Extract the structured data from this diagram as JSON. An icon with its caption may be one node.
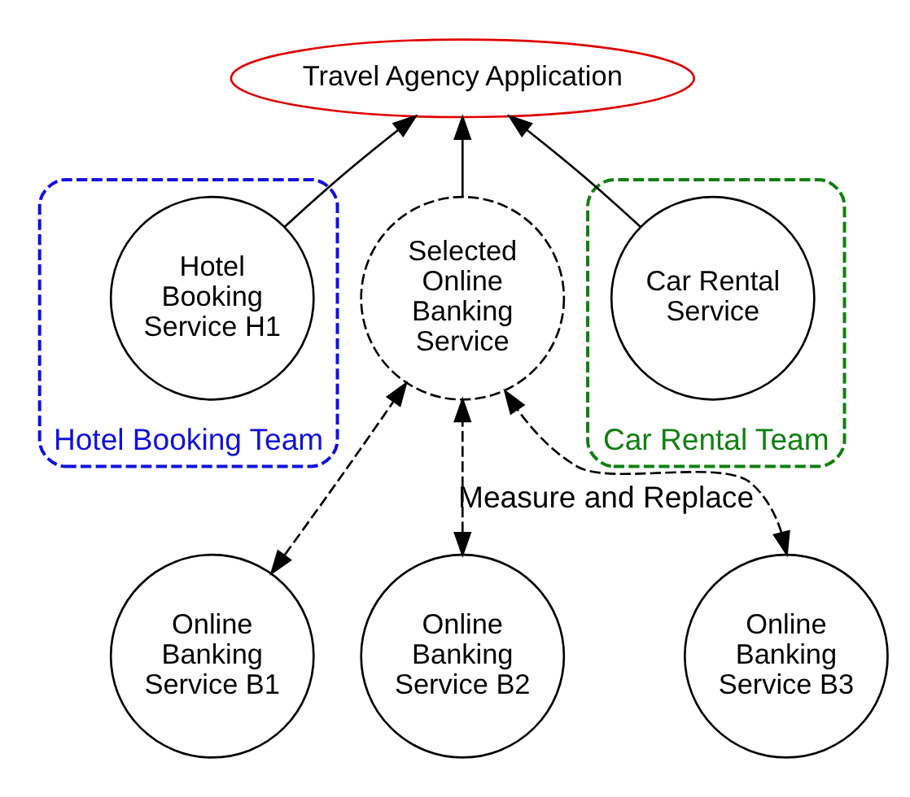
{
  "diagram": {
    "nodes": [
      {
        "text": [
          "Travel Agency Application"
        ]
      },
      {
        "text": [
          "Hotel Booking Team"
        ]
      },
      {
        "text": [
          "Hotel Booking Service H1"
        ],
        "in": 1
      },
      {
        "text": [
          "Car Rental Team"
        ]
      },
      {
        "text": [
          "Car Rental Service"
        ],
        "in": 3
      },
      {
        "text": [
          "Selected Online Banking Service"
        ]
      },
      {
        "text": [
          "Online Banking Service B1"
        ]
      },
      {
        "text": [
          "Online Banking Service B2"
        ]
      },
      {
        "text": [
          "Online Banking Service B3"
        ]
      }
    ],
    "edges": [
      {
        "from": 2,
        "to": 0,
        "arrow": "to"
      },
      {
        "from": 5,
        "to": 0,
        "arrow": "to"
      },
      {
        "from": 4,
        "to": 0,
        "arrow": "to"
      },
      {
        "from": 5,
        "to": 6,
        "arrow": "both",
        "style": "dashed"
      },
      {
        "from": 5,
        "to": 7,
        "arrow": "both",
        "style": "dashed",
        "label": "Measure and Replace"
      },
      {
        "from": 5,
        "to": 8,
        "arrow": "both",
        "style": "dashed"
      }
    ]
  }
}
